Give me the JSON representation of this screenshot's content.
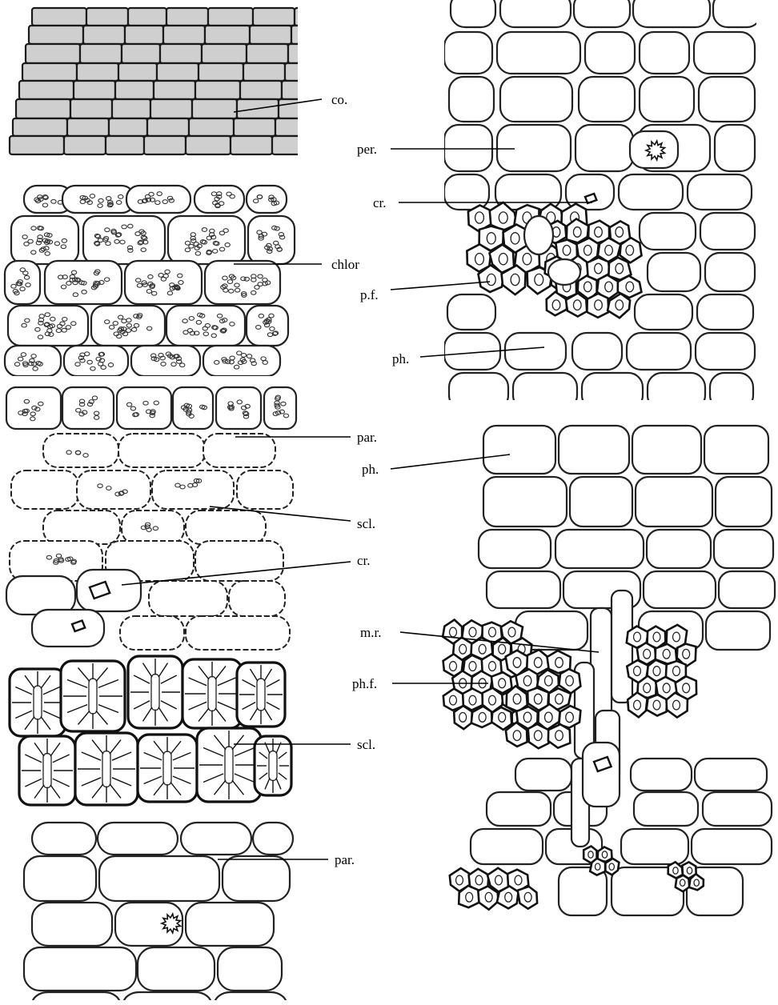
{
  "figure": {
    "panels": [
      {
        "id": "cork-chlorenchyma",
        "labels": [
          {
            "key": "co",
            "text": "co."
          },
          {
            "key": "chlor",
            "text": "chlor"
          }
        ]
      },
      {
        "id": "pericycle-phloem",
        "labels": [
          {
            "key": "per",
            "text": "per."
          },
          {
            "key": "cr",
            "text": "cr."
          },
          {
            "key": "pf",
            "text": "p.f."
          },
          {
            "key": "ph",
            "text": "ph."
          }
        ]
      },
      {
        "id": "cortex-sclerenchyma",
        "labels": [
          {
            "key": "par1",
            "text": "par."
          },
          {
            "key": "scl1",
            "text": "scl."
          },
          {
            "key": "cr",
            "text": "cr."
          },
          {
            "key": "scl2",
            "text": "scl."
          },
          {
            "key": "par2",
            "text": "par."
          }
        ]
      },
      {
        "id": "phloem-rays",
        "labels": [
          {
            "key": "ph",
            "text": "ph."
          },
          {
            "key": "mr",
            "text": "m.r."
          },
          {
            "key": "phf",
            "text": "ph.f."
          }
        ]
      }
    ]
  }
}
